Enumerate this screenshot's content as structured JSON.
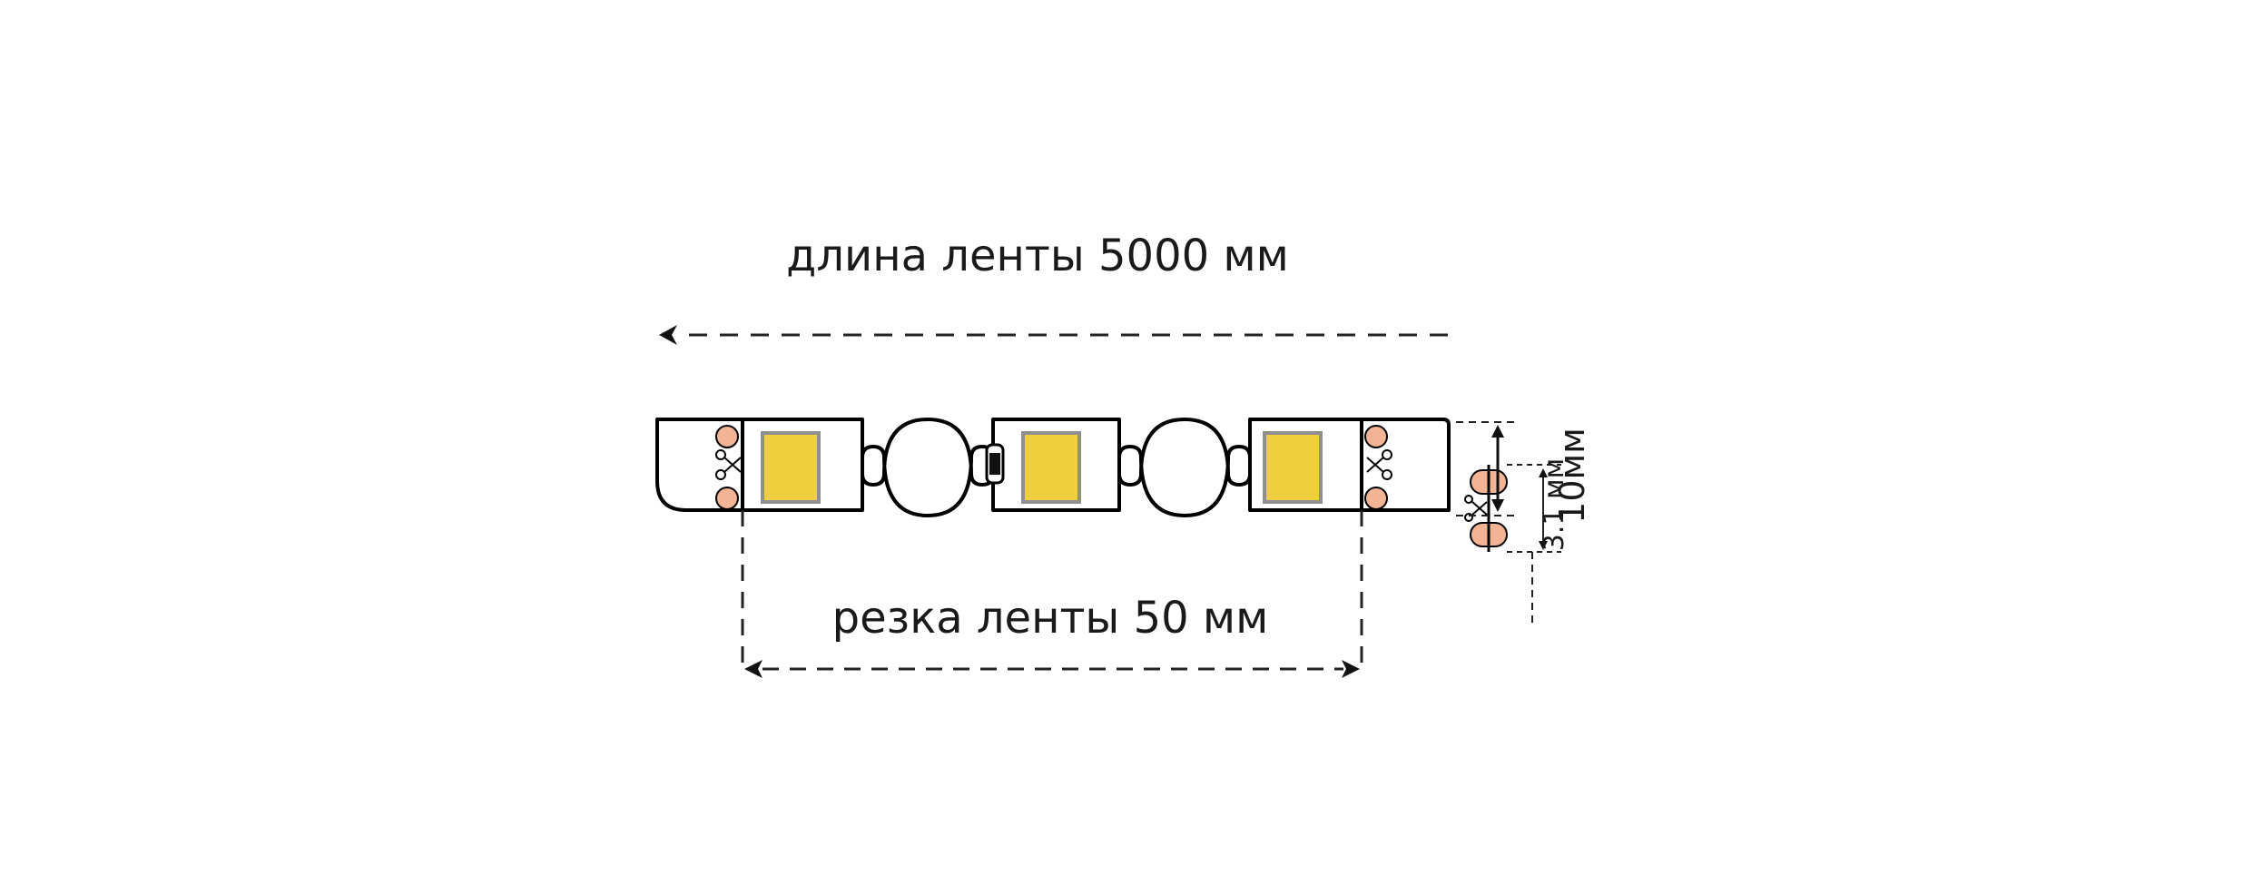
{
  "labels": {
    "length": "длина ленты 5000 мм",
    "cut": "резка ленты 50 мм",
    "thickness": "3.1 мм",
    "width": "10мм"
  },
  "colors": {
    "led_fill": "#f0cf3f",
    "led_frame": "#8f8f8f",
    "pad": "#f2b494",
    "outline": "#000000",
    "dash": "#222222"
  },
  "icons": [
    "scissors-icon",
    "resistor-icon",
    "led-chip-icon",
    "solder-pad-icon",
    "arrow-left-icon",
    "double-arrow-icon"
  ]
}
